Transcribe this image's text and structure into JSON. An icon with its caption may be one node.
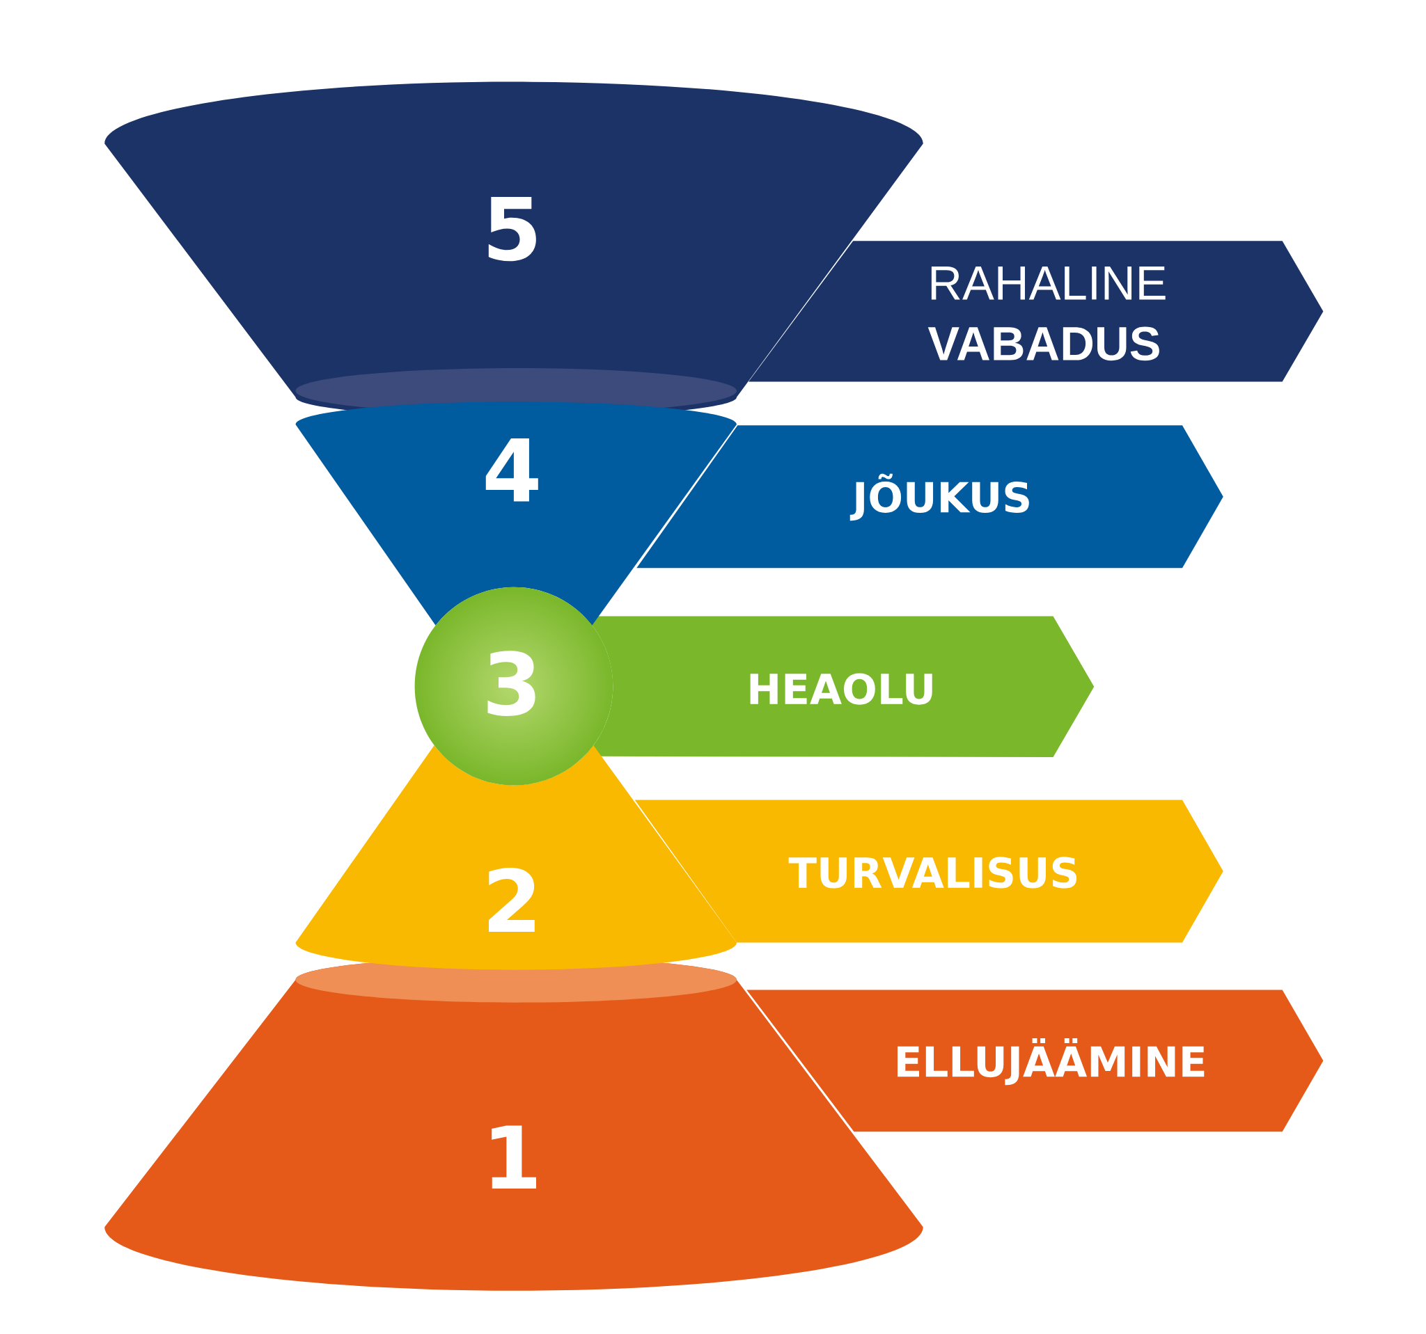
{
  "diagram": {
    "nodes": [
      {
        "text": [
          "5"
        ]
      },
      {
        "text": [
          "RAHALINE **VABADUS**"
        ]
      },
      {
        "text": [
          "4"
        ]
      },
      {
        "text": [
          "JÕUKUS"
        ]
      },
      {
        "text": [
          "3"
        ]
      },
      {
        "text": [
          "HEAOLU"
        ]
      },
      {
        "text": [
          "2"
        ]
      },
      {
        "text": [
          "TURVALISUS"
        ]
      },
      {
        "text": [
          "1"
        ]
      },
      {
        "text": [
          "ELLUJÄÄMINE"
        ]
      }
    ]
  }
}
